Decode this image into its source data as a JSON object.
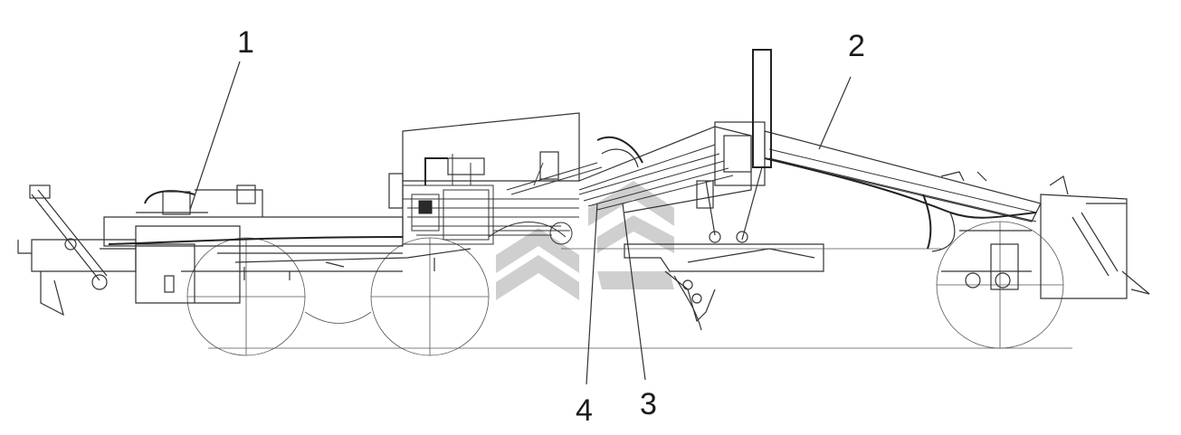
{
  "callouts": [
    {
      "id": "1",
      "label": "1"
    },
    {
      "id": "2",
      "label": "2"
    },
    {
      "id": "3",
      "label": "3"
    },
    {
      "id": "4",
      "label": "4"
    }
  ],
  "colors": {
    "line": "#333333",
    "watermark": "#cfcfcf",
    "background": "#ffffff"
  },
  "icons": {
    "watermark": "chevron-logo-watermark"
  }
}
